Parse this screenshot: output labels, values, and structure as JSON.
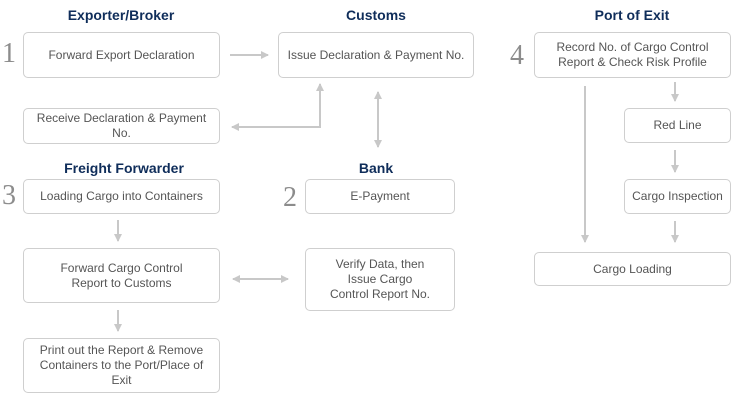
{
  "headings": {
    "exporter": "Exporter/Broker",
    "customs": "Customs",
    "port": "Port of Exit",
    "freight": "Freight Forwarder",
    "bank": "Bank"
  },
  "step_numbers": {
    "one": "1",
    "two": "2",
    "three": "3",
    "four": "4"
  },
  "boxes": {
    "forward_export_declaration": "Forward Export Declaration",
    "issue_declaration": "Issue Declaration & Payment No.",
    "receive_declaration": "Receive Declaration & Payment No.",
    "record_cargo_control": "Record No. of Cargo Control\nReport & Check Risk Profile",
    "red_line": "Red Line",
    "cargo_inspection": "Cargo Inspection",
    "cargo_loading": "Cargo Loading",
    "loading_cargo": "Loading Cargo into Containers",
    "e_payment": "E-Payment",
    "forward_cargo_control": "Forward Cargo Control\nReport to Customs",
    "verify_data": "Verify Data, then\nIssue Cargo\nControl Report No.",
    "print_report": "Print out the Report & Remove\nContainers to the Port/Place of Exit"
  },
  "colors": {
    "heading": "#0f2d5a",
    "arrow": "#c8c8c8",
    "box_border": "#cfcfcf",
    "box_text": "#555555",
    "step_number": "#8c8c8c"
  }
}
